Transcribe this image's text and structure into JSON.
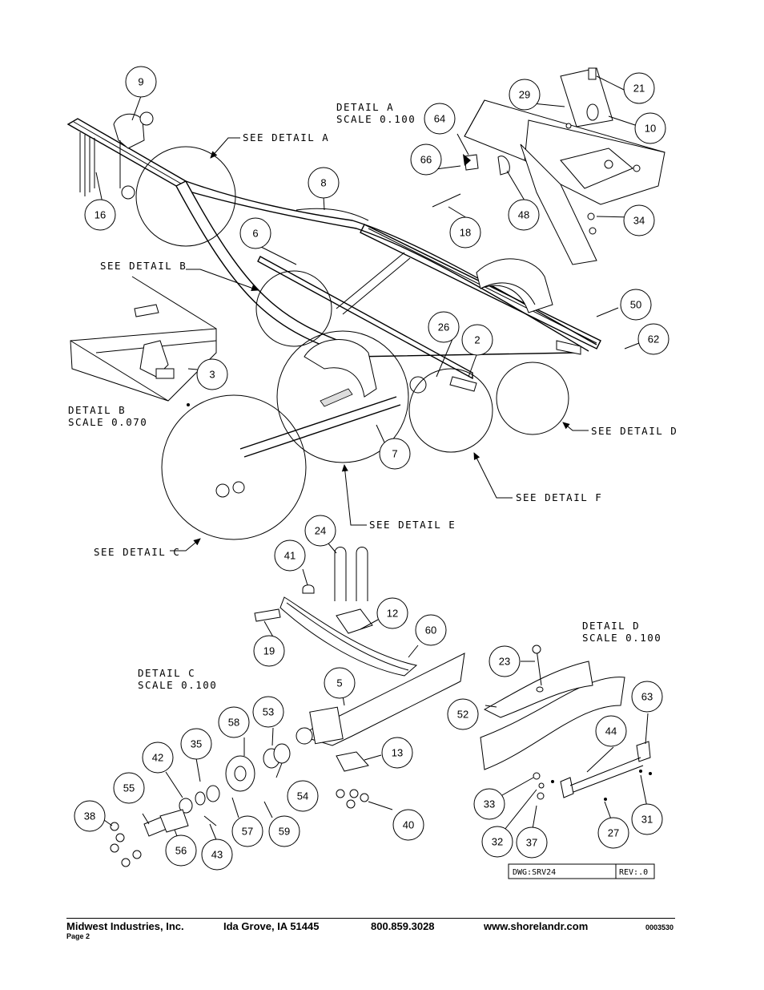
{
  "detail_labels": {
    "see_a": "SEE DETAIL  A",
    "see_b": "SEE DETAIL  B",
    "see_c": "SEE DETAIL  C",
    "see_d": "SEE DETAIL  D",
    "see_e": "SEE DETAIL  E",
    "see_f": "SEE DETAIL  F",
    "a_title": "DETAIL  A",
    "a_scale": "SCALE  0.100",
    "b_title": "DETAIL  B",
    "b_scale": "SCALE  0.070",
    "c_title": "DETAIL  C",
    "c_scale": "SCALE  0.100",
    "d_title": "DETAIL  D",
    "d_scale": "SCALE  0.100"
  },
  "callouts": {
    "c9": "9",
    "c16": "16",
    "c8": "8",
    "c6": "6",
    "c3": "3",
    "c7": "7",
    "c26": "26",
    "c2": "2",
    "c50": "50",
    "c62": "62",
    "c29": "29",
    "c21": "21",
    "c10": "10",
    "c64": "64",
    "c66": "66",
    "c18": "18",
    "c48": "48",
    "c34": "34",
    "c24": "24",
    "c41": "41",
    "c12": "12",
    "c60": "60",
    "c19": "19",
    "c5": "5",
    "c13": "13",
    "c58": "58",
    "c53": "53",
    "c54": "54",
    "c59": "59",
    "c57": "57",
    "c35": "35",
    "c42": "42",
    "c55": "55",
    "c38": "38",
    "c56": "56",
    "c43": "43",
    "c40": "40",
    "c23": "23",
    "c52": "52",
    "c63": "63",
    "c44": "44",
    "c33": "33",
    "c32": "32",
    "c37": "37",
    "c27": "27",
    "c31": "31"
  },
  "title_block": {
    "dwg": "DWG:SRV24",
    "rev": "REV:.0"
  },
  "footer": {
    "company": "Midwest Industries, Inc.",
    "city": "Ida Grove, IA  51445",
    "phone": "800.859.3028",
    "web": "www.shorelandr.com",
    "doc_no": "0003530",
    "page": "Page 2"
  }
}
